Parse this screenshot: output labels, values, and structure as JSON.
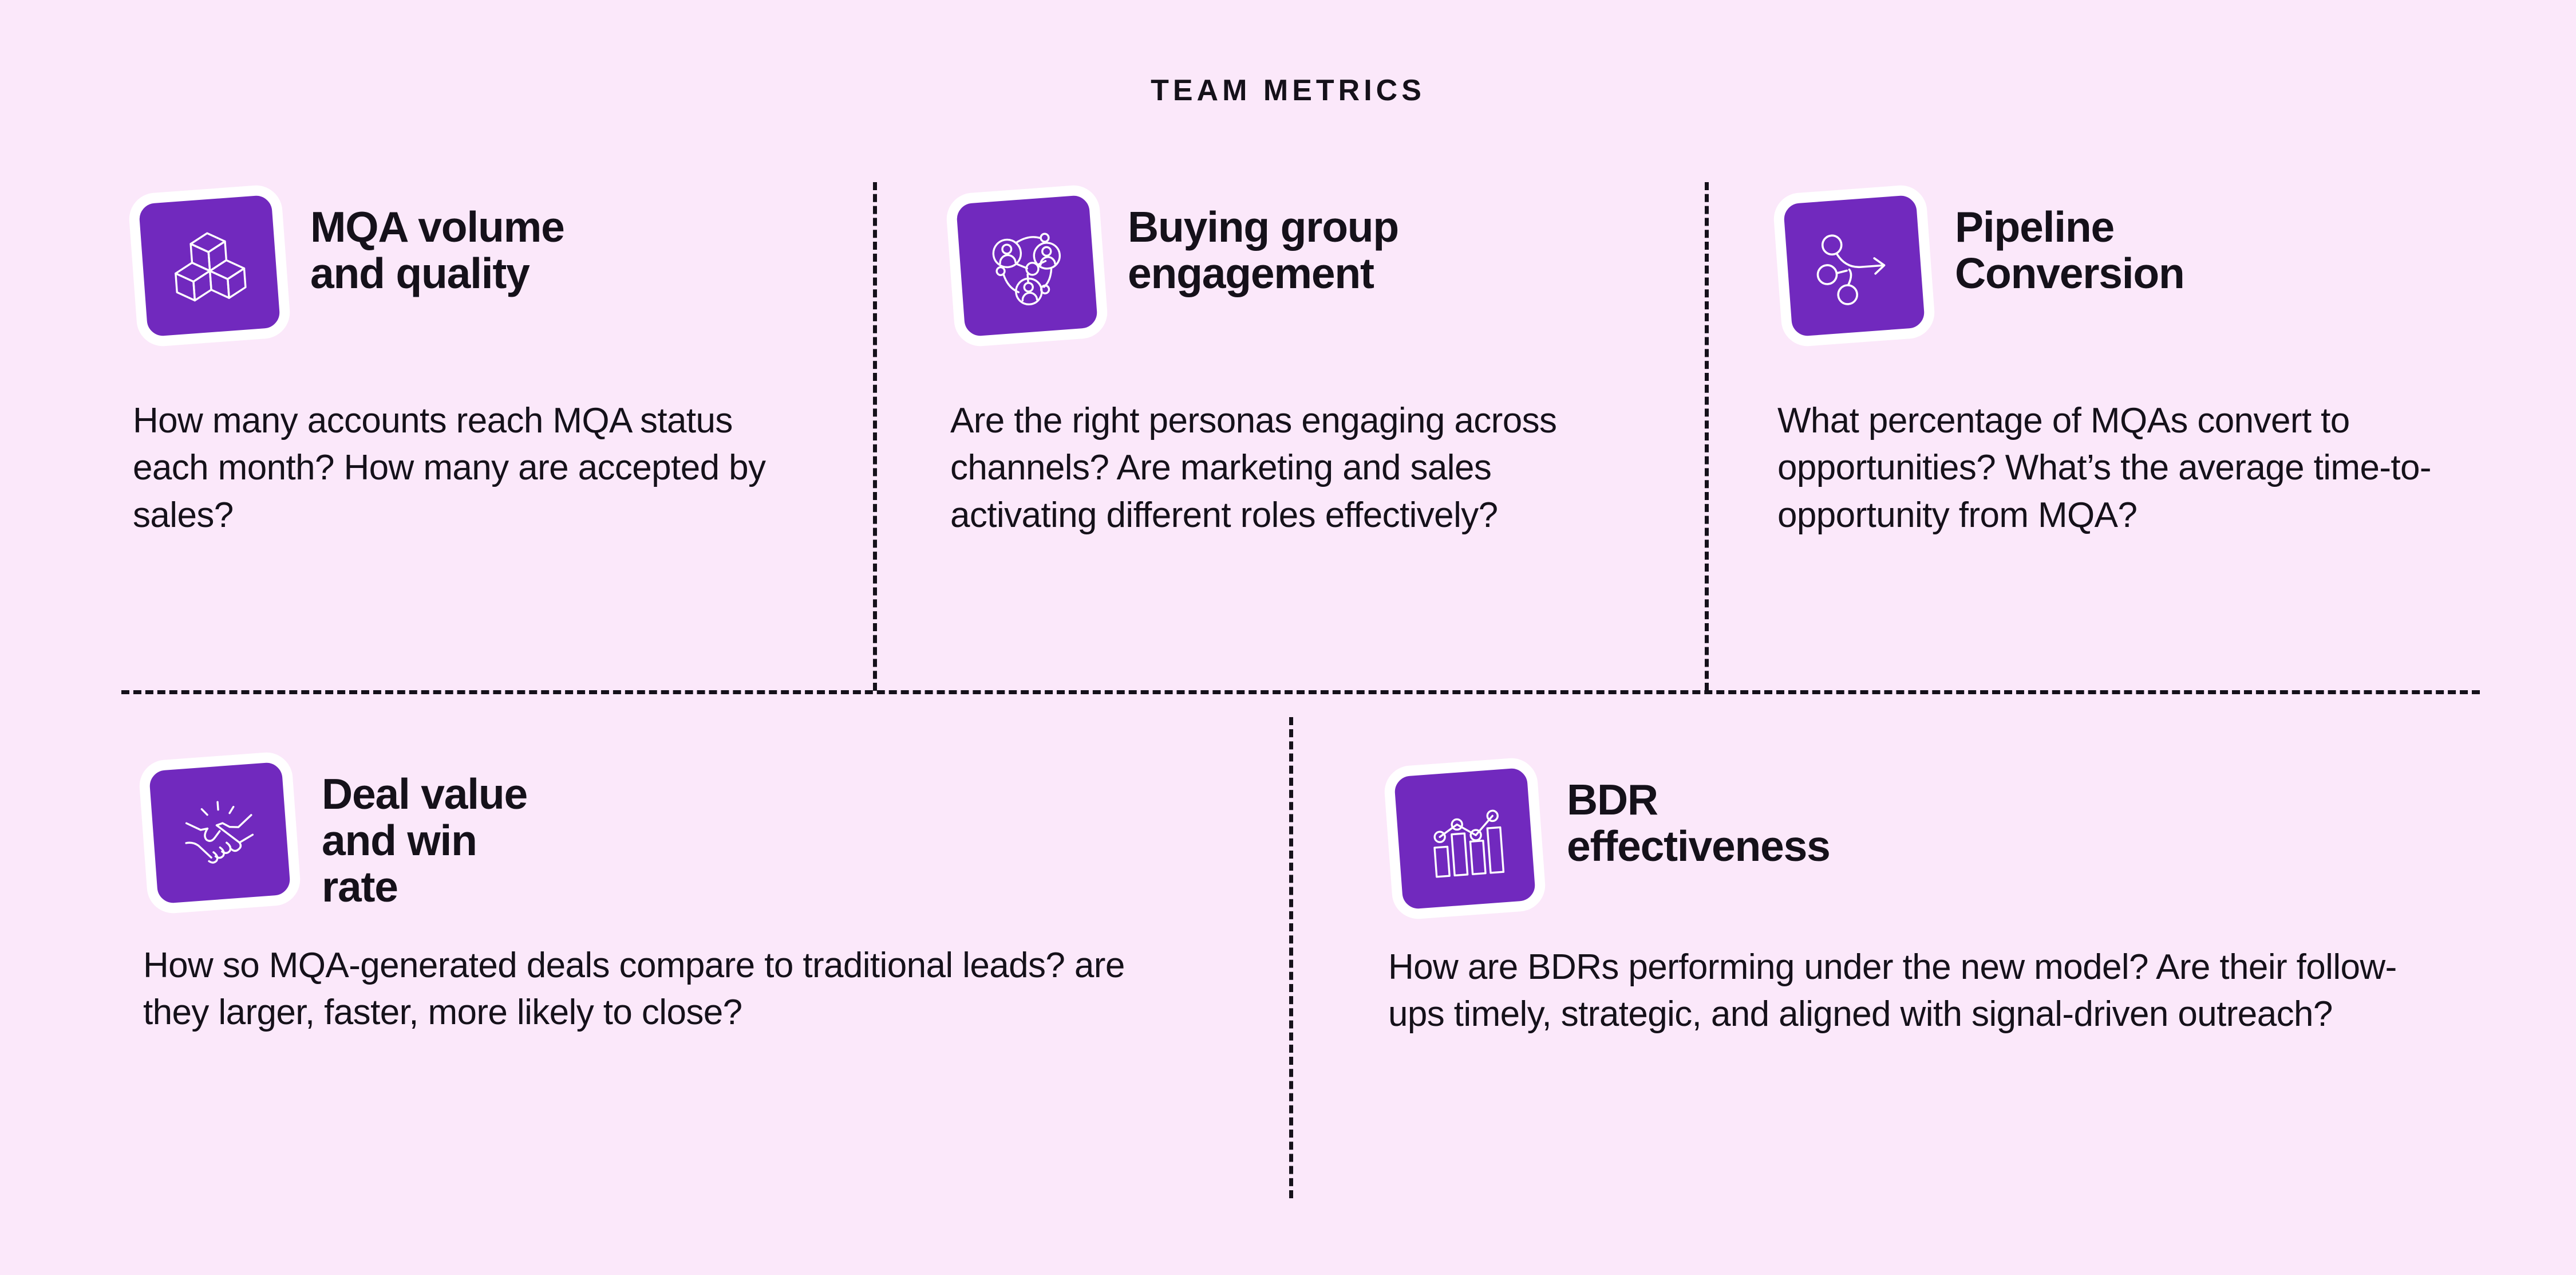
{
  "header": {
    "eyebrow": "TEAM METRICS"
  },
  "colors": {
    "background": "#fbe8fa",
    "tile_purple": "#7129be",
    "tile_border": "#ffffff",
    "text": "#15111a",
    "divider": "#15111a"
  },
  "cards": [
    {
      "id": "mqa",
      "icon": "stacked-cubes-icon",
      "title": "MQA volume\nand quality",
      "body": "How many accounts reach MQA status each month? How many are accepted by sales?"
    },
    {
      "id": "buying",
      "icon": "people-network-icon",
      "title": "Buying group\nengagement",
      "body": "Are the right personas engaging across channels? Are marketing and sales activating different roles effectively?"
    },
    {
      "id": "pipeline",
      "icon": "conversion-funnel-arrow-icon",
      "title": "Pipeline\nConversion",
      "body": "What percentage of MQAs convert to opportunities? What’s the average time-to-opportunity from MQA?"
    },
    {
      "id": "deal",
      "icon": "handshake-icon",
      "title": "Deal value\nand win\nrate",
      "body": "How so MQA-generated deals compare to traditional leads? are they larger, faster, more likely to close?"
    },
    {
      "id": "bdr",
      "icon": "bar-chart-line-icon",
      "title": "BDR\neffectiveness",
      "body": "How are BDRs performing under the new model? Are their follow-ups timely, strategic, and aligned with signal-driven outreach?"
    }
  ]
}
